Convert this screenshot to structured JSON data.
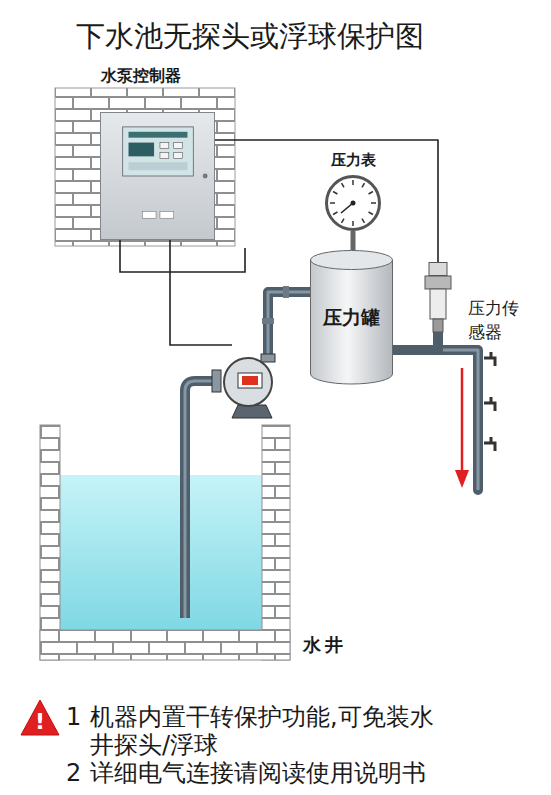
{
  "diagram": {
    "title": "下水池无探头或浮球保护图",
    "nodes": [
      {
        "text": [
          "水泵控制器"
        ]
      },
      {
        "text": [
          "压力表"
        ]
      },
      {
        "text": [
          "压力罐"
        ]
      },
      {
        "text": [
          "压力传感器"
        ]
      },
      {
        "text": [
          "水井"
        ]
      }
    ],
    "edges": [
      {
        "from": 0,
        "to": 3,
        "arrow": "none"
      },
      {
        "from": 1,
        "to": 2,
        "arrow": "none"
      },
      {
        "from": 2,
        "to": 3,
        "arrow": "none"
      }
    ],
    "labels": [
      "!",
      "1",
      "机器内置干转保护功能,可免装水井探头/浮球",
      "2",
      "详细电气连接请阅读使用说明书"
    ]
  }
}
